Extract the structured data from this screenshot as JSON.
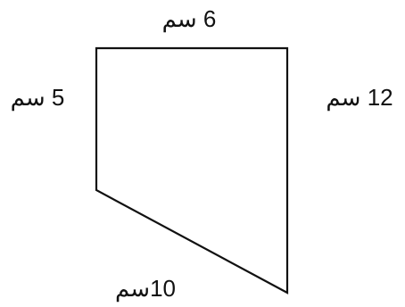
{
  "shape": {
    "type": "quadrilateral",
    "stroke_color": "#111111",
    "sides": {
      "top": "6 سم",
      "left": "5 سم",
      "right": "12 سم",
      "bottom": "10سم"
    }
  }
}
